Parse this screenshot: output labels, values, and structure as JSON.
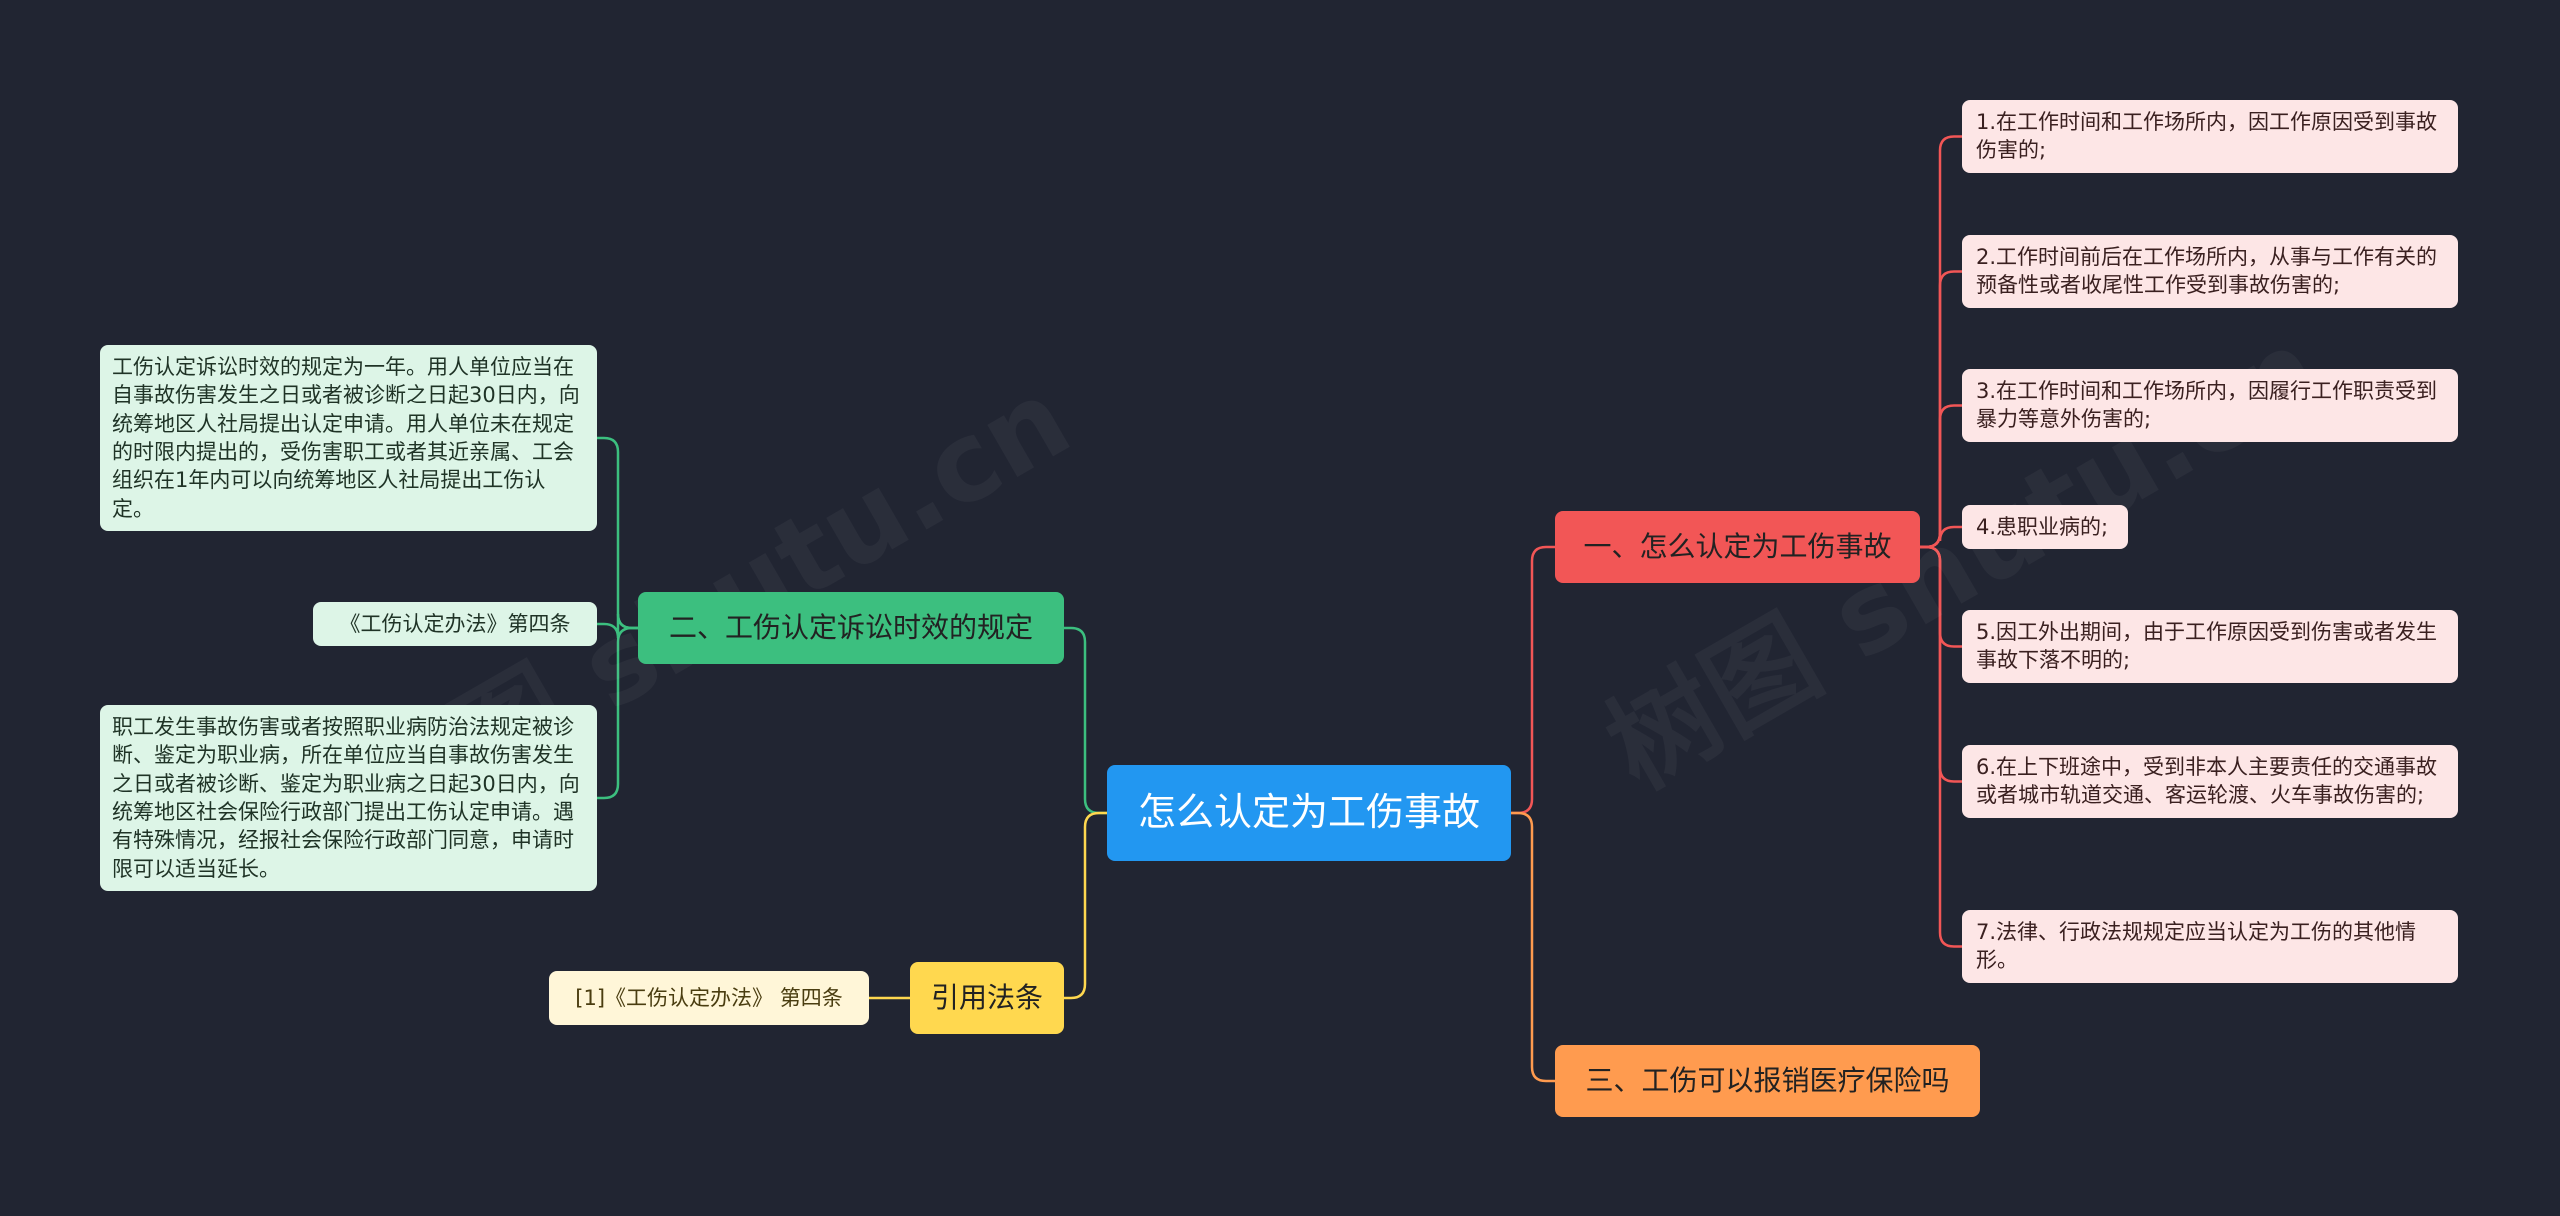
{
  "root": {
    "label": "怎么认定为工伤事故",
    "color": "#2297f1"
  },
  "branches": {
    "b1": {
      "label": "一、怎么认定为工伤事故",
      "color": "#f25656",
      "items": [
        "1.在工作时间和工作场所内，因工作原因受到事故伤害的;",
        "2.工作时间前后在工作场所内，从事与工作有关的预备性或者收尾性工作受到事故伤害的;",
        "3.在工作时间和工作场所内，因履行工作职责受到暴力等意外伤害的;",
        "4.患职业病的;",
        "5.因工外出期间，由于工作原因受到伤害或者发生事故下落不明的;",
        "6.在上下班途中，受到非本人主要责任的交通事故或者城市轨道交通、客运轮渡、火车事故伤害的;",
        "7.法律、行政法规规定应当认定为工伤的其他情形。"
      ]
    },
    "b3": {
      "label": "三、工伤可以报销医疗保险吗",
      "color": "#ff9b4f"
    },
    "b2": {
      "label": "二、工伤认定诉讼时效的规定",
      "color": "#3cbf7f",
      "items": [
        "工伤认定诉讼时效的规定为一年。用人单位应当在自事故伤害发生之日或者被诊断之日起30日内，向统筹地区人社局提出认定申请。用人单位未在规定的时限内提出的，受伤害职工或者其近亲属、工会组织在1年内可以向统筹地区人社局提出工伤认定。",
        "《工伤认定办法》第四条",
        "职工发生事故伤害或者按照职业病防治法规定被诊断、鉴定为职业病，所在单位应当自事故伤害发生之日或者被诊断、鉴定为职业病之日起30日内，向统筹地区社会保险行政部门提出工伤认定申请。遇有特殊情况，经报社会保险行政部门同意，申请时限可以适当延长。"
      ]
    },
    "b4": {
      "label": "引用法条",
      "color": "#ffd84f",
      "items": [
        "[1]《工伤认定办法》 第四条"
      ]
    }
  },
  "watermark": "树图 shutu.cn"
}
